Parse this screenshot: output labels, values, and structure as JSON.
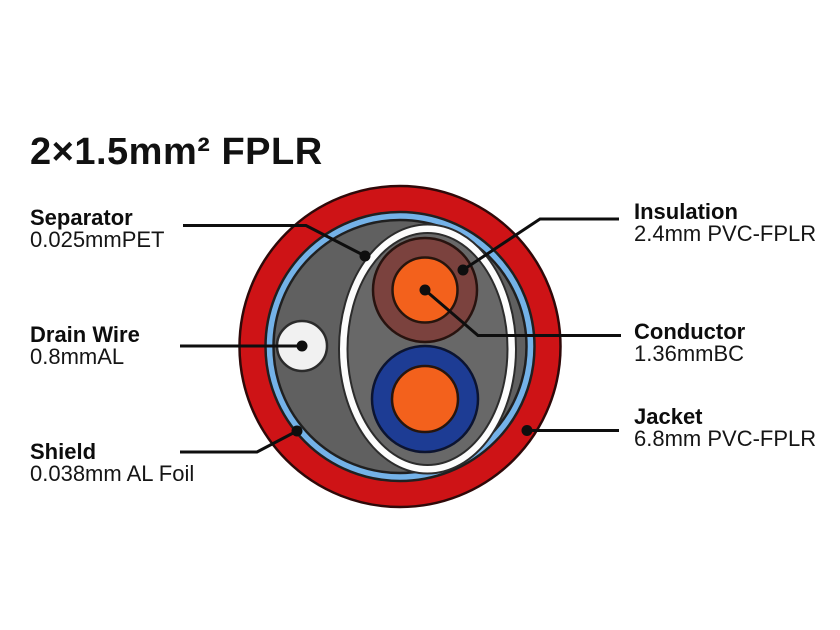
{
  "title": "2×1.5mm² FPLR",
  "labels": {
    "separator": {
      "name": "Separator",
      "value": "0.025mmPET"
    },
    "drain_wire": {
      "name": "Drain Wire",
      "value": "0.8mmAL"
    },
    "shield": {
      "name": "Shield",
      "value": "0.038mm AL Foil"
    },
    "insulation": {
      "name": "Insulation",
      "value": "2.4mm PVC-FPLR"
    },
    "conductor": {
      "name": "Conductor",
      "value": "1.36mmBC"
    },
    "jacket": {
      "name": "Jacket",
      "value": "6.8mm PVC-FPLR"
    }
  },
  "colors": {
    "jacket_red": "#ce1316",
    "shield_blue": "#74b2e8",
    "filler_outer_gray": "#606060",
    "filler_inner_gray": "#686868",
    "separator_white": "#fcfcfc",
    "insulation_brown": "#7b423e",
    "insulation_blue": "#1d3c94",
    "conductor_orange": "#f3611c",
    "drain_white": "#f1f1f1",
    "leader_black": "#0e0e0e"
  }
}
